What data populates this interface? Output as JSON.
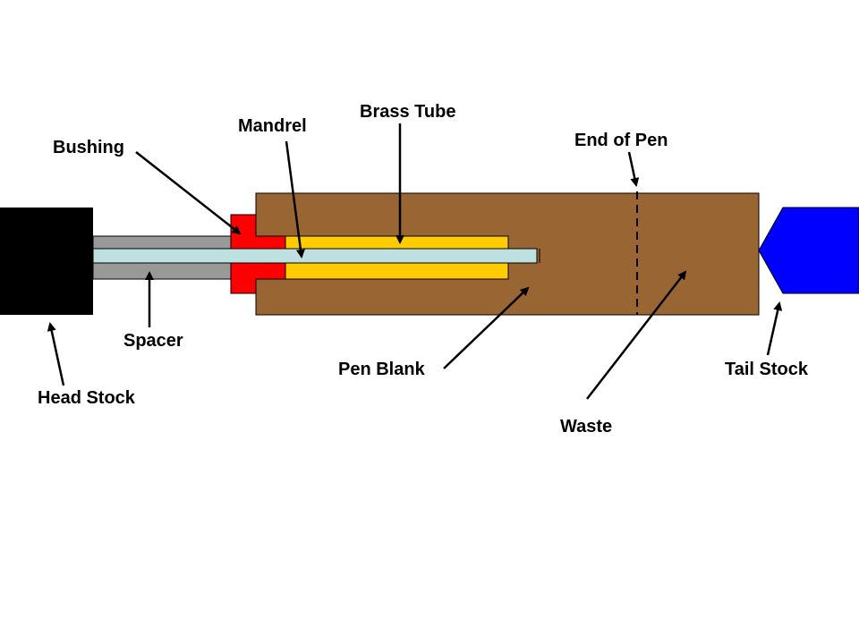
{
  "labels": {
    "bushing": "Bushing",
    "mandrel": "Mandrel",
    "brass_tube": "Brass Tube",
    "end_of_pen": "End of Pen",
    "spacer": "Spacer",
    "head_stock": "Head Stock",
    "pen_blank": "Pen Blank",
    "tail_stock": "Tail Stock",
    "waste": "Waste"
  },
  "colors": {
    "head_stock": "#000000",
    "pen_blank": "#996633",
    "brass_tube": "#FFCC00",
    "bushing": "#FF0000",
    "spacer": "#999999",
    "mandrel": "#BFE0E0",
    "tail_stock": "#0000FF",
    "outline": "#000000"
  }
}
